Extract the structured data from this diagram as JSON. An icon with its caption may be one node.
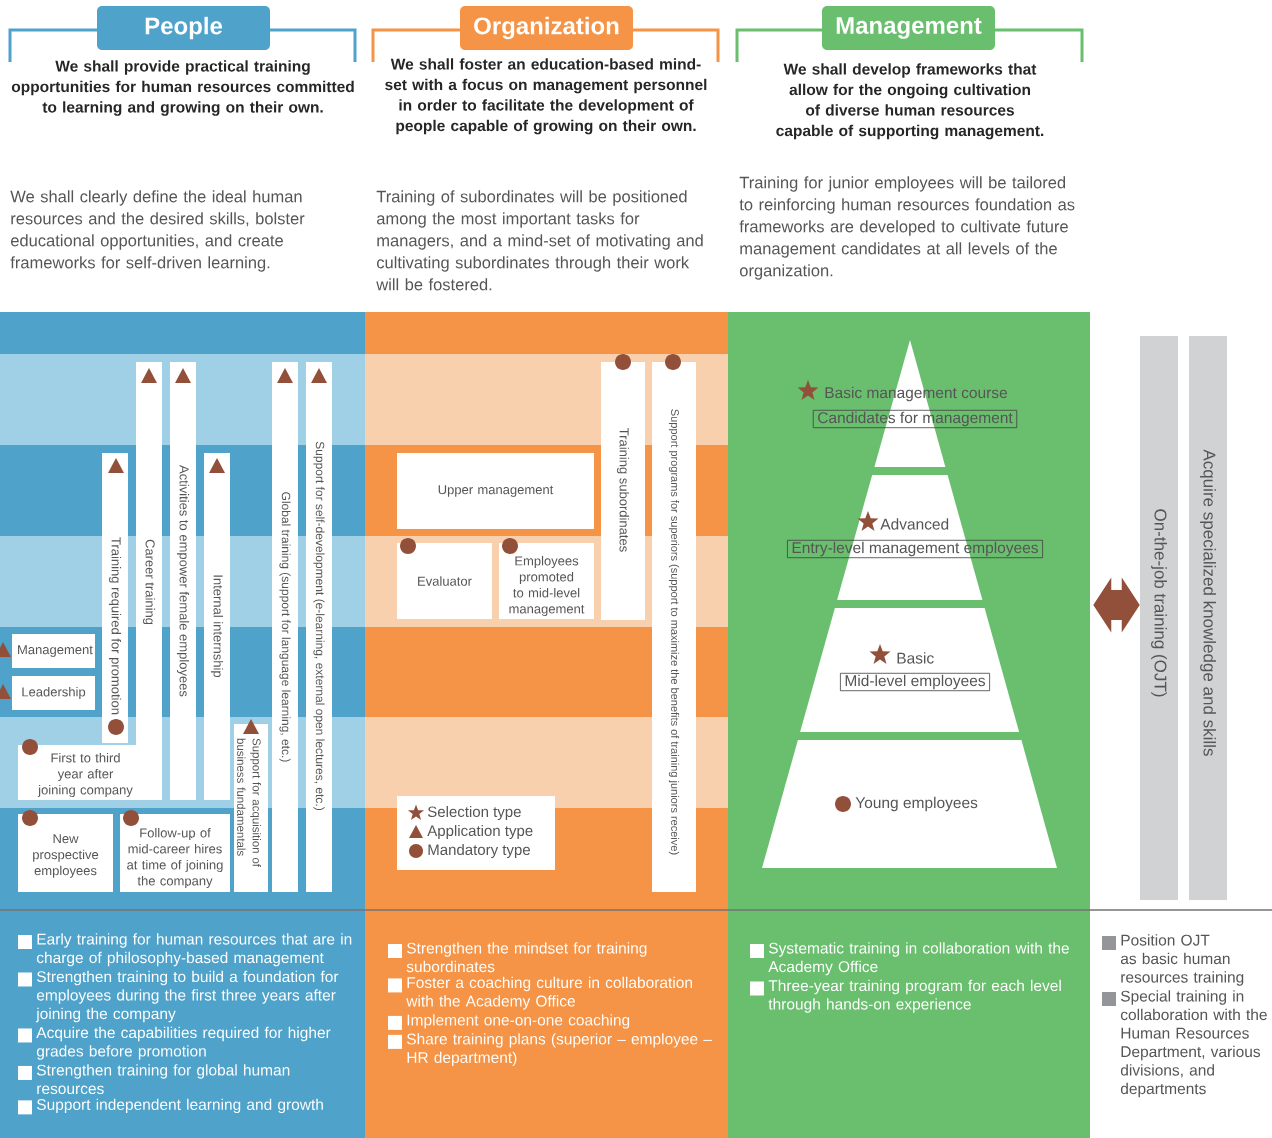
{
  "diagram": {
    "nodes": [
      {
        "text": [
          "People",
          "We shall provide practical training opportunities for human resources committed to learning and growing on their own.",
          "We shall clearly define the ideal human resources and the desired skills, bolster educational opportunities, and create frameworks for self-driven learning."
        ]
      },
      {
        "text": [
          "Organization",
          "We shall foster an education-based mind-set with a focus on management personnel in order to facilitate the development of people capable of growing on their own.",
          "Training of subordinates will be positioned among the most important tasks for managers, and a mind-set of motivating and cultivating subordinates through their work will be fostered."
        ]
      },
      {
        "text": [
          "Management",
          "We shall develop frameworks that allow for the ongoing cultivation of diverse human resources capable of supporting management.",
          "Training for junior employees will be tailored to reinforcing human resources foundation as frameworks are developed to cultivate future management candidates at all levels of the organization."
        ]
      },
      {
        "text": [
          "Early training for human resources that are in charge of philosophy-based management",
          "Strengthen training to build a foundation for employees during the first three years after joining the company",
          "Acquire the capabilities required for higher grades before promotion",
          "Strengthen training for global human resources",
          "Support independent learning and growth"
        ]
      },
      {
        "text": [
          "Strengthen the mindset for training subordinates",
          "Foster a coaching culture in collaboration with the Academy Office",
          "Implement one-on-one coaching",
          "Share training plans (superior – employee – HR department)"
        ]
      },
      {
        "text": [
          "Systematic training in collaboration with the Academy Office",
          "Three-year training program for each level through hands-on experience"
        ]
      },
      {
        "text": [
          "Management"
        ],
        "in": 3
      },
      {
        "text": [
          "Leadership"
        ],
        "in": 3
      },
      {
        "text": [
          "First to third year after joining company"
        ],
        "in": 3
      },
      {
        "text": [
          "New prospective employees"
        ],
        "in": 3
      },
      {
        "text": [
          "Follow-up of mid-career hires at time of joining the company"
        ],
        "in": 3
      },
      {
        "text": [
          "Training required for promotion"
        ],
        "in": 3
      },
      {
        "text": [
          "Career training"
        ],
        "in": 3
      },
      {
        "text": [
          "Activities to empower female employees"
        ],
        "in": 3
      },
      {
        "text": [
          "Internal internship"
        ],
        "in": 3
      },
      {
        "text": [
          "Support for acquisition of business fundamentals"
        ],
        "in": 3
      },
      {
        "text": [
          "Global training (support for language learning, etc.)"
        ],
        "in": 3
      },
      {
        "text": [
          "Support for self-development (e-learning, external open lectures, etc.)"
        ],
        "in": 3
      },
      {
        "text": [
          "Upper management"
        ],
        "in": 4
      },
      {
        "text": [
          "Evaluator"
        ],
        "in": 4
      },
      {
        "text": [
          "Employees promoted to mid-level management"
        ],
        "in": 4
      },
      {
        "text": [
          "Training subordinates"
        ],
        "in": 4
      },
      {
        "text": [
          "Support programs for superiors (support to maximize the benefits of training juniors receive)"
        ],
        "in": 4
      },
      {
        "text": [
          "Basic management course",
          "Candidates for management"
        ],
        "in": 5
      },
      {
        "text": [
          "Advanced",
          "Entry-level management employees"
        ],
        "in": 5
      },
      {
        "text": [
          "Basic",
          "Mid-level employees"
        ],
        "in": 5
      },
      {
        "text": [
          "Young employees"
        ],
        "in": 5
      },
      {
        "text": [
          "On-the-job training (OJT)"
        ]
      },
      {
        "text": [
          "Acquire specialized knowledge and skills"
        ]
      }
    ],
    "edges": [
      {
        "from": 5,
        "to": 27,
        "arrow": "both"
      }
    ],
    "labels": [
      "Position OJT as basic human resources training",
      "Special training in collaboration with the Human Resources Department, various divisions, and departments"
    ],
    "legend": [
      {
        "text": "Selection type"
      },
      {
        "text": "Application type"
      },
      {
        "text": "Mandatory type"
      }
    ]
  }
}
